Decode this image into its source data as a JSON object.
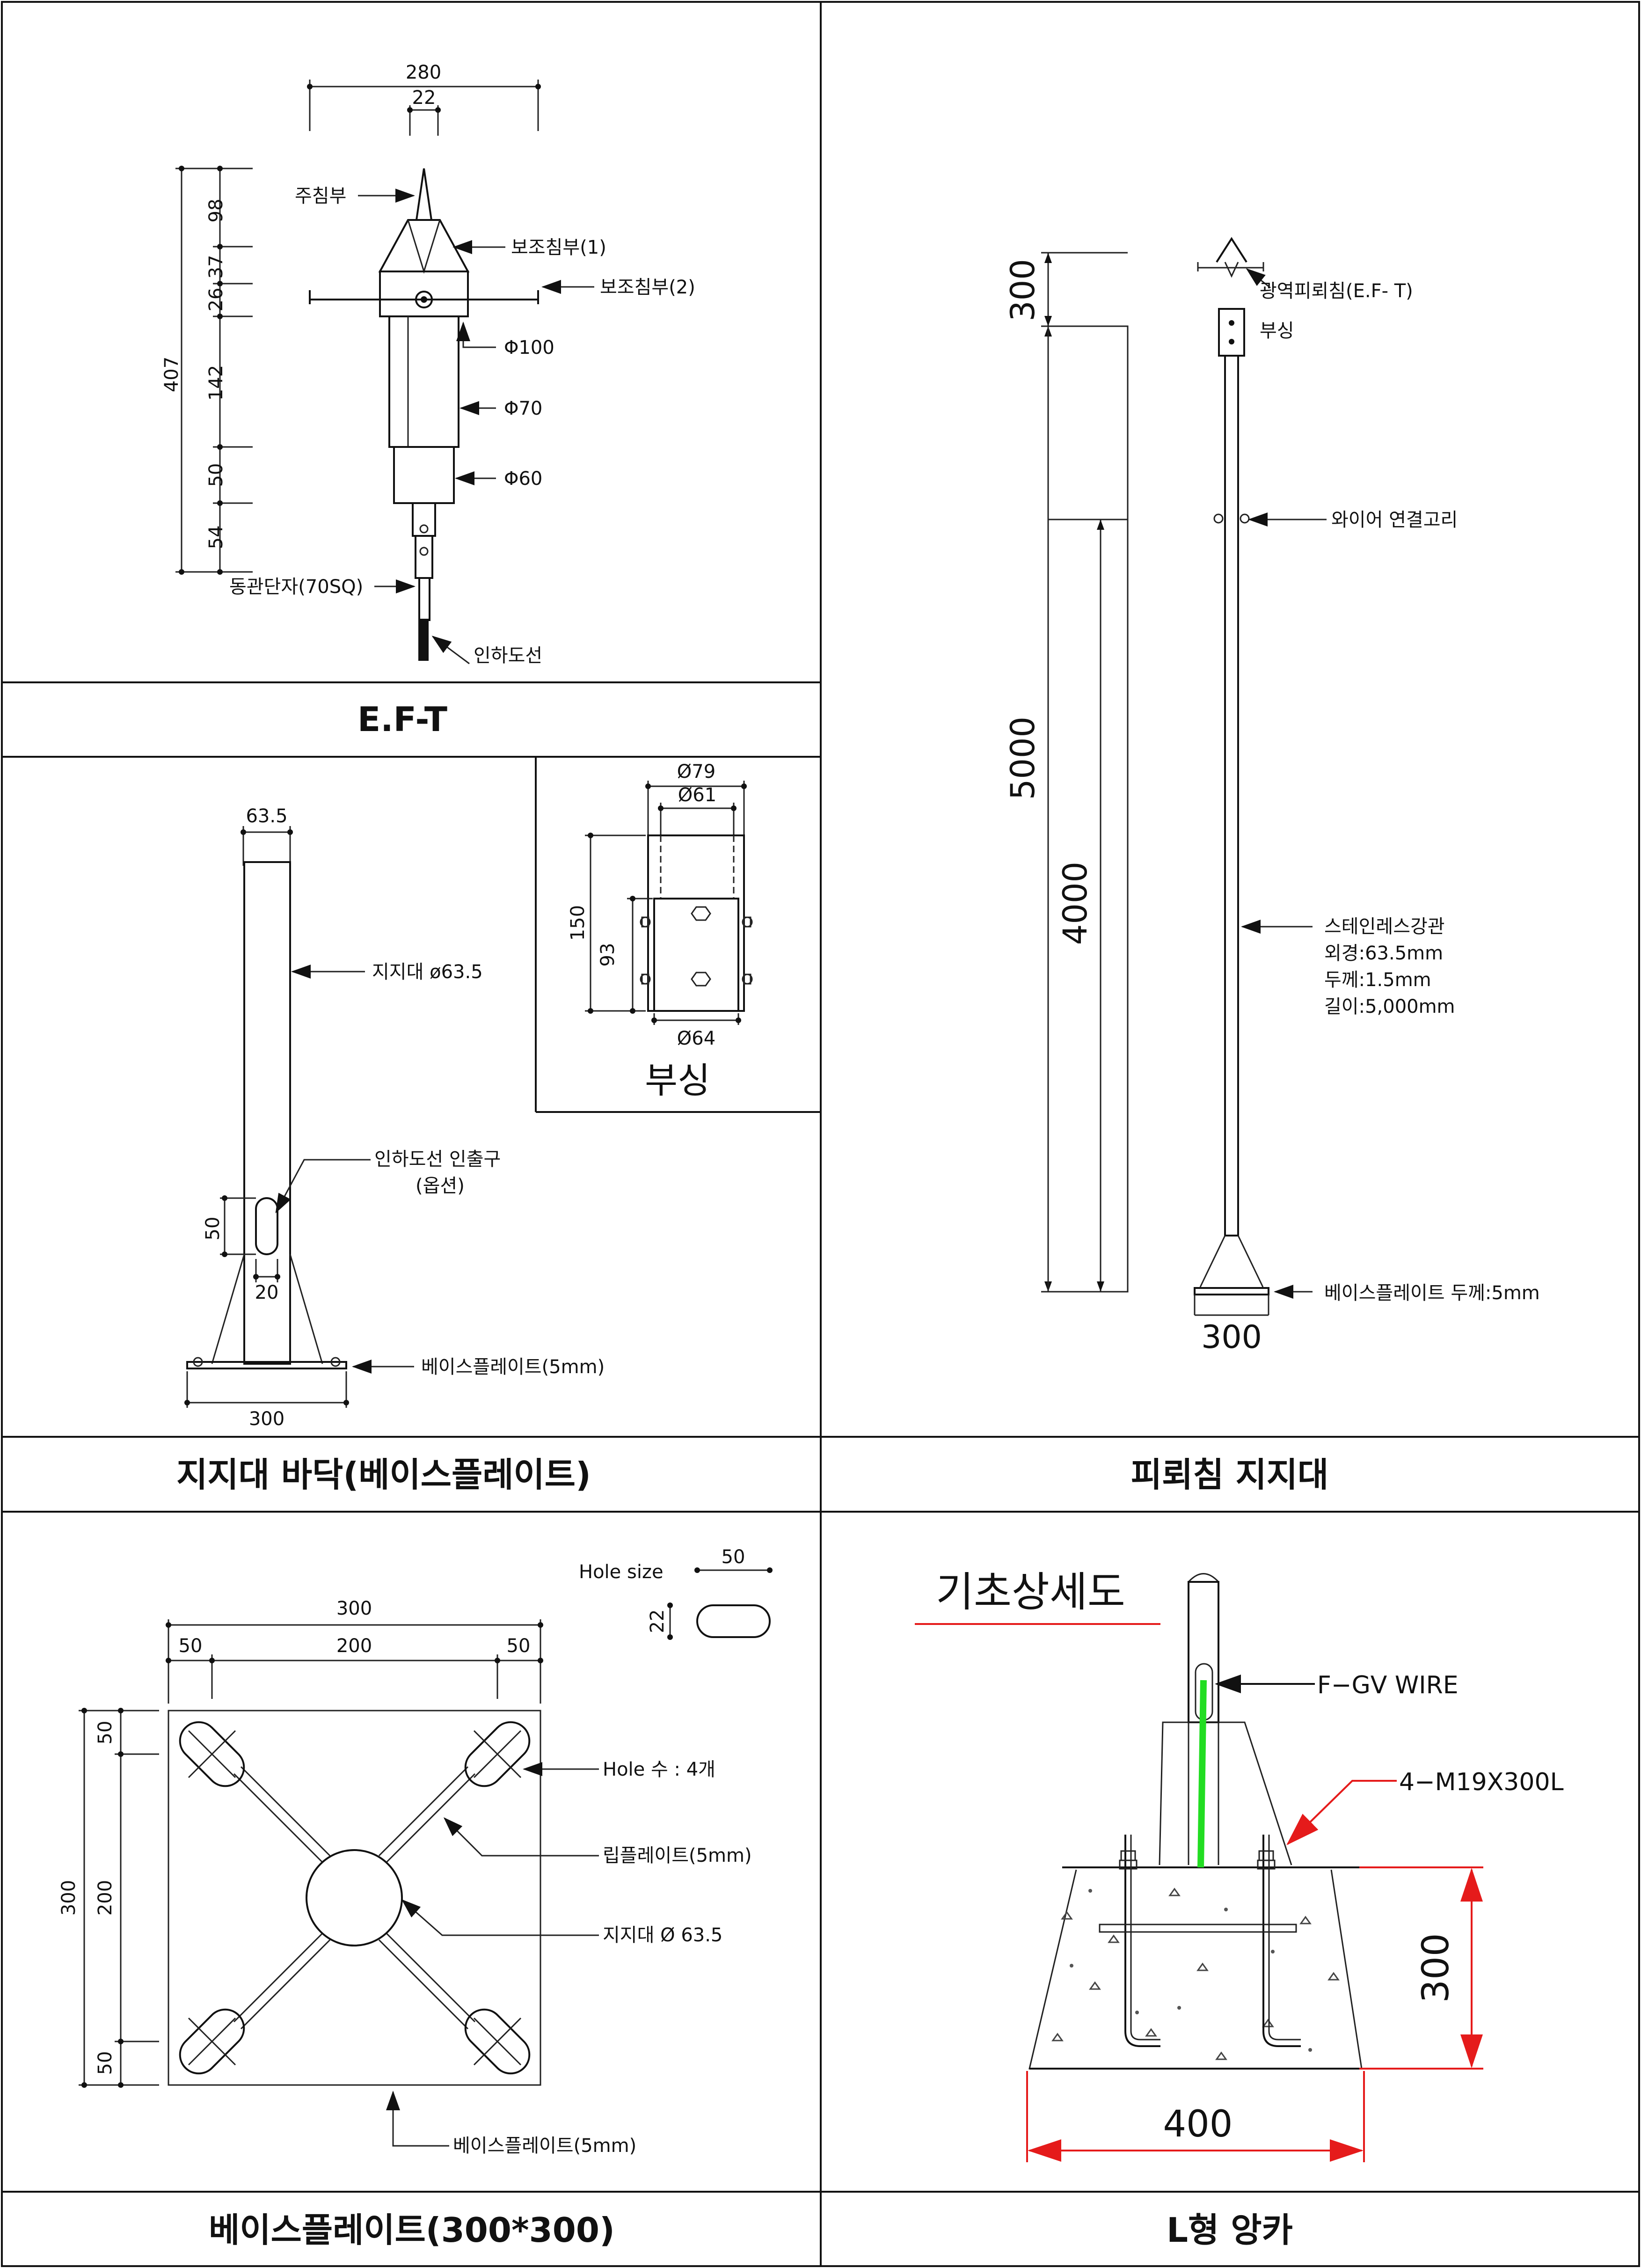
{
  "panels": {
    "eft": {
      "title": "E.F-T",
      "dims": {
        "w280": "280",
        "w22": "22",
        "h98": "98",
        "h37": "37",
        "h26": "26",
        "h142": "142",
        "h50": "50",
        "h54": "54",
        "h407": "407"
      },
      "labels": {
        "main_tip": "주침부",
        "aux1": "보조침부(1)",
        "aux2": "보조침부(2)",
        "d100": "Φ100",
        "d70": "Φ70",
        "d60": "Φ60",
        "lug": "동관단자(70SQ)",
        "downlead": "인하도선"
      }
    },
    "support_base": {
      "title": "지지대 바닥(베이스플레이트)",
      "dims": {
        "pipe": "63.5",
        "slot_h": "50",
        "slot_w": "20",
        "base": "300"
      },
      "labels": {
        "pole": "지지대 ø63.5",
        "outlet1": "인하도선 인출구",
        "outlet2": "(옵션)",
        "baseplate": "베이스플레이트(5mm)"
      }
    },
    "bushing": {
      "title": "부싱",
      "dims": {
        "d79": "Ø79",
        "d61": "Ø61",
        "d64": "Ø64",
        "h150": "150",
        "h93": "93"
      }
    },
    "pole": {
      "title": "피뢰침 지지대",
      "dims": {
        "top": "300",
        "total": "5000",
        "lower": "4000",
        "base": "300"
      },
      "labels": {
        "eft": "광역피뢰침(E.F- T)",
        "bushing": "부싱",
        "wire_ring": "와이어 연결고리",
        "pipe": "스테인레스강관",
        "od": "외경:63.5mm",
        "thick": "두께:1.5mm",
        "length": "길이:5,000mm",
        "baseplate": "베이스플레이트 두께:5mm"
      }
    },
    "baseplate": {
      "title": "베이스플레이트(300*300)",
      "dims": {
        "w300": "300",
        "w50a": "50",
        "w200": "200",
        "w50b": "50",
        "h300": "300",
        "h50a": "50",
        "h200": "200",
        "h50b": "50",
        "hole_w": "50",
        "hole_h": "22"
      },
      "labels": {
        "hole_size": "Hole size",
        "hole_count": "Hole 수 : 4개",
        "rib": "립플레이트(5mm)",
        "pole": "지지대 Ø 63.5",
        "baseplate": "베이스플레이트(5mm)"
      }
    },
    "anchor": {
      "title": "L형 앙카",
      "heading": "기초상세도",
      "dims": {
        "depth": "300",
        "width": "400"
      },
      "labels": {
        "wire": "F−GV WIRE",
        "bolt": "4−M19X300L"
      },
      "colors": {
        "wire": "#22dd22",
        "dim": "#e51b1b"
      }
    }
  }
}
